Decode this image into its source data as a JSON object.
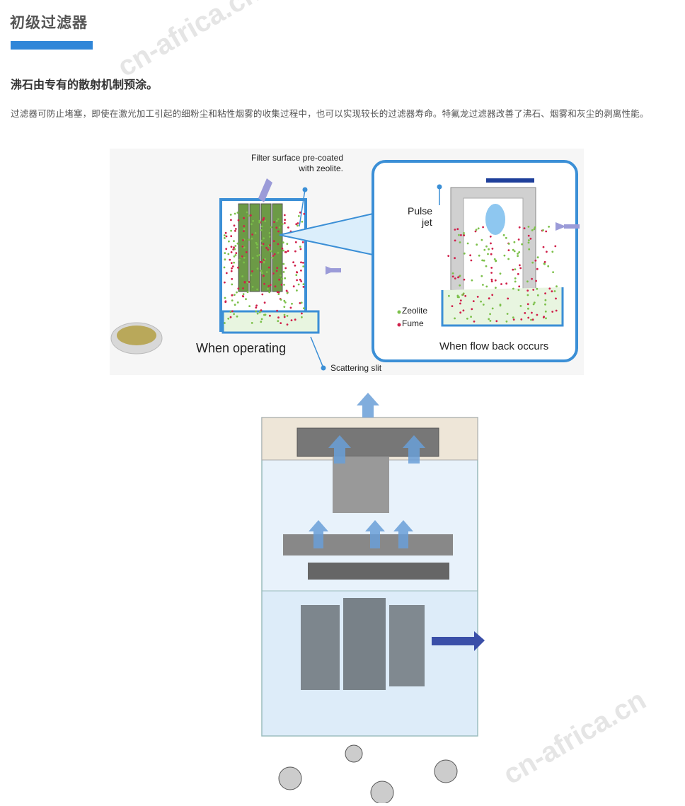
{
  "section": {
    "title": "初级过滤器",
    "subtitle": "沸石由专有的散射机制预涂。",
    "description": "过滤器可防止堵塞，即使在激光加工引起的细粉尘和粘性烟雾的收集过程中，也可以实现较长的过滤器寿命。特氟龙过滤器改善了沸石、烟雾和灰尘的剥离性能。"
  },
  "diagram": {
    "filter_surface_line1": "Filter surface pre-coated",
    "filter_surface_line2": "with zeolite.",
    "when_operating": "When operating",
    "scattering_slit": "Scattering slit",
    "pulse": "Pulse",
    "jet": "jet",
    "zeolite": "Zeolite",
    "fume": "Fume",
    "when_flow_back": "When flow back occurs"
  },
  "watermark": "cn-africa.cn",
  "colors": {
    "accent": "#2f86d8",
    "zeolite": "#7cc04a",
    "fume": "#d0204a",
    "frame_blue": "#3b8fd6",
    "arrow_purple": "#8f8fd0"
  }
}
